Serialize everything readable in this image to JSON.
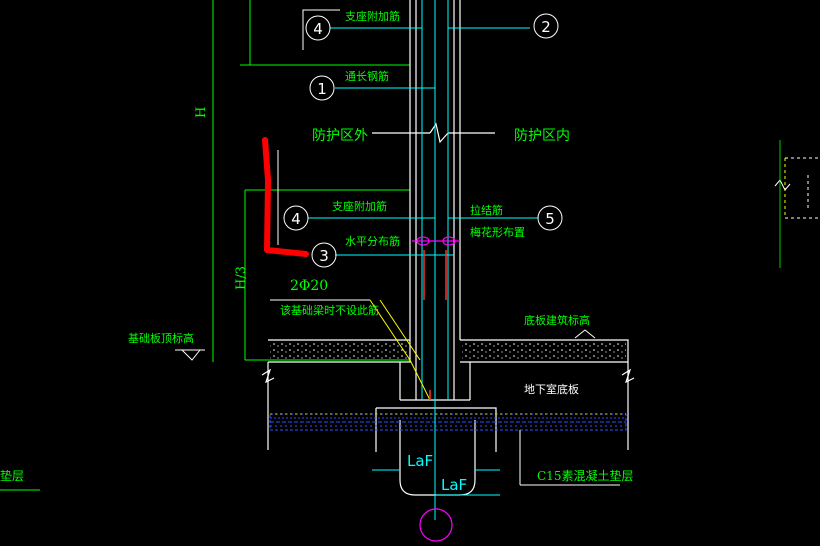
{
  "drawing": {
    "callouts": [
      {
        "num": "4",
        "label": "支座附加筋"
      },
      {
        "num": "2",
        "label": ""
      },
      {
        "num": "1",
        "label": "通长钢筋"
      },
      {
        "num": "4",
        "label": "支座附加筋"
      },
      {
        "num": "3",
        "label": "水平分布筋"
      },
      {
        "num": "5",
        "label": "拉结筋"
      }
    ],
    "text": {
      "outside": "防护区外",
      "inside": "防护区内",
      "tie_note": "梅花形布置",
      "bars": "2Φ20",
      "beam_note": "该基础梁时不设此筋",
      "found_top": "基础板顶标高",
      "floor_level": "底板建筑标高",
      "basement_floor": "地下室底板",
      "cushion": "C15素混凝土垫层",
      "left_edge": "垫层"
    },
    "dims": {
      "H": "H",
      "H3": "H/3",
      "laf1": "LaF",
      "laf2": "LaF"
    },
    "colors": {
      "background": "#000000",
      "green": "#00ff00",
      "white": "#ffffff",
      "cyan": "#00ffff",
      "yellow": "#ffff00",
      "magenta": "#ff00ff",
      "red": "#ff0000",
      "blue": "#3050ff"
    }
  }
}
